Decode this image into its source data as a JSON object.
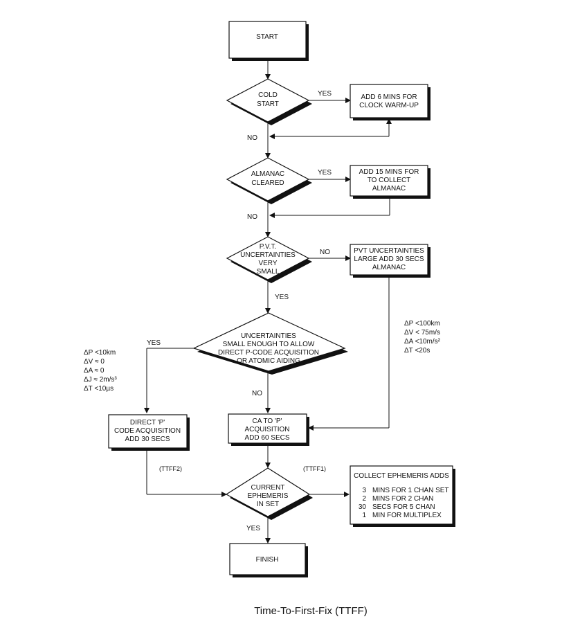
{
  "flowchart": {
    "start": "START",
    "cold_start": [
      "COLD",
      "START"
    ],
    "cold_yes": "YES",
    "cold_no": "NO",
    "add6": [
      "ADD 6 MINS FOR",
      "CLOCK WARM-UP"
    ],
    "almanac_cleared": [
      "ALMANAC",
      "CLEARED"
    ],
    "alm_yes": "YES",
    "alm_no": "NO",
    "add15": [
      "ADD 15 MINS FOR",
      "TO COLLECT",
      "ALMANAC"
    ],
    "pvt": [
      "P.V.T.",
      "UNCERTAINTIES",
      "VERY",
      "SMALL"
    ],
    "pvt_no": "NO",
    "pvt_yes": "YES",
    "pvt_large": [
      "PVT UNCERTAINTIES",
      "LARGE ADD 30 SECS",
      "ALMANAC"
    ],
    "uncert": [
      "UNCERTAINTIES",
      "SMALL ENOUGH TO ALLOW",
      "DIRECT P-CODE ACQUISITION",
      "OR ATOMIC AIDING"
    ],
    "unc_yes": "YES",
    "unc_no": "NO",
    "left_tol": [
      "ΔP <10km",
      "ΔV ≈ 0",
      "ΔA ≈ 0",
      "ΔJ ≈ 2m/s³",
      "ΔT <10µs"
    ],
    "right_tol": [
      "ΔP <100km",
      "ΔV < 75m/s",
      "ΔA <10m/s²",
      "ΔT <20s"
    ],
    "direct_p": [
      "DIRECT 'P'",
      "CODE ACQUISITION",
      "ADD 30 SECS"
    ],
    "ca_to_p": [
      "CA TO 'P'",
      "ACQUISITION",
      "ADD 60 SECS"
    ],
    "ttff2": "(TTFF2)",
    "ttff1": "(TTFF1)",
    "current_eph": [
      "CURRENT",
      "EPHEMERIS",
      "IN SET"
    ],
    "eph_yes": "YES",
    "collect_title": "COLLECT EPHEMERIS ADDS",
    "collect_rows": [
      [
        "3",
        "MINS FOR 1 CHAN SET"
      ],
      [
        "2",
        "MINS FOR 2 CHAN"
      ],
      [
        "30",
        "SECS FOR 5 CHAN"
      ],
      [
        "1",
        "MIN FOR MULTIPLEX"
      ]
    ],
    "finish": "FINISH"
  },
  "caption": "Time-To-First-Fix (TTFF)"
}
